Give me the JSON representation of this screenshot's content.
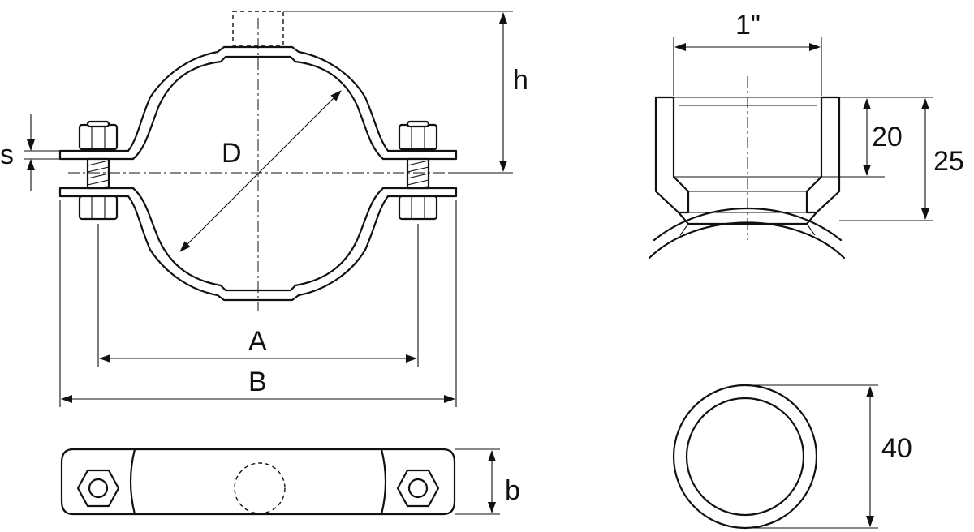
{
  "labels": {
    "dim_h": "h",
    "dim_s": "s",
    "dim_D": "D",
    "dim_A": "A",
    "dim_B": "B",
    "dim_b": "b",
    "dim_thread": "1\"",
    "dim_20": "20",
    "dim_25": "25",
    "dim_40": "40"
  },
  "colors": {
    "line": "#111111",
    "background": "#ffffff"
  }
}
